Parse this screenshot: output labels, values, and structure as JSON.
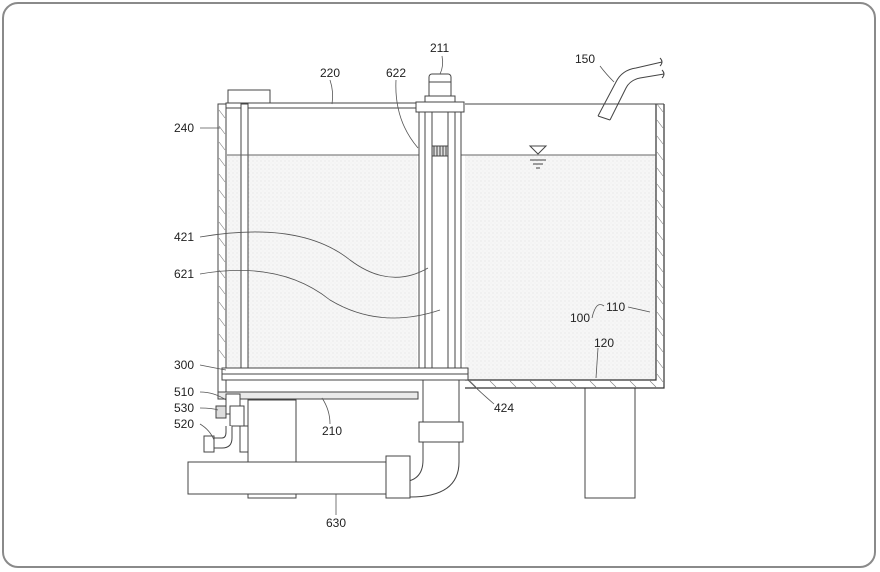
{
  "labels": {
    "l211": "211",
    "l220": "220",
    "l622": "622",
    "l150": "150",
    "l240": "240",
    "l421": "421",
    "l621": "621",
    "l110": "110",
    "l100": "100",
    "l120": "120",
    "l300": "300",
    "l510": "510",
    "l530": "530",
    "l520": "520",
    "l424": "424",
    "l210": "210",
    "l630": "630"
  }
}
